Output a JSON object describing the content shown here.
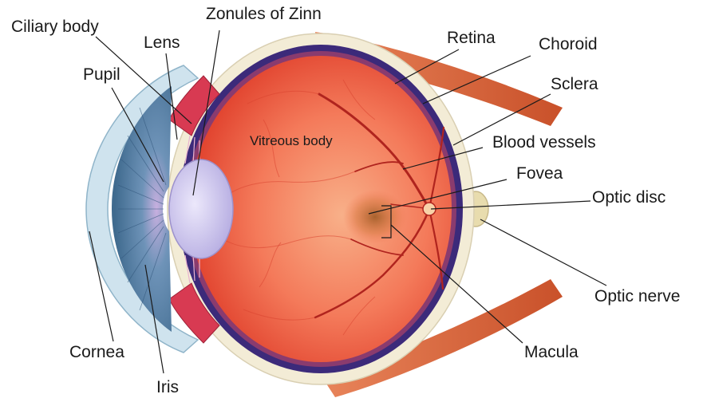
{
  "labels": {
    "ciliary_body": "Ciliary body",
    "zonules": "Zonules of Zinn",
    "lens": "Lens",
    "pupil": "Pupil",
    "retina": "Retina",
    "choroid": "Choroid",
    "sclera": "Sclera",
    "vitreous_body": "Vitreous body",
    "blood_vessels": "Blood vessels",
    "fovea": "Fovea",
    "optic_disc": "Optic disc",
    "optic_nerve": "Optic nerve",
    "cornea": "Cornea",
    "macula": "Macula",
    "iris": "Iris"
  },
  "colors": {
    "sclera": "#f3ecd6",
    "choroid": "#3c2a7a",
    "vitreous": "#f06848",
    "cornea": "#cfe3ee",
    "iris": "#5a7ea6",
    "lens": "#d9d4f2",
    "muscle": "#d8663a",
    "vessel": "#b0241e"
  }
}
